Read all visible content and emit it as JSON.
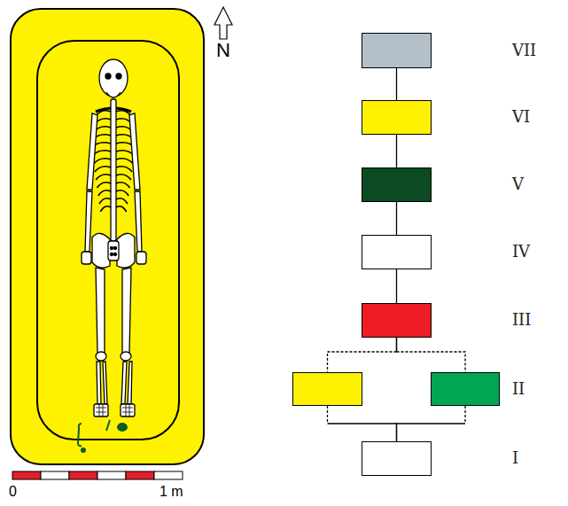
{
  "diagram": {
    "nodes": [
      {
        "text": [
          "VII"
        ]
      },
      {
        "text": [
          "VI"
        ]
      },
      {
        "text": [
          "V"
        ]
      },
      {
        "text": [
          "IV"
        ]
      },
      {
        "text": [
          "III"
        ]
      },
      {
        "text": []
      },
      {
        "text": [
          "II"
        ]
      },
      {
        "text": [
          "I"
        ]
      }
    ],
    "edges": [
      {
        "from": 0,
        "to": 1,
        "arrow": "none"
      },
      {
        "from": 1,
        "to": 2,
        "arrow": "none"
      },
      {
        "from": 2,
        "to": 3,
        "arrow": "none"
      },
      {
        "from": 3,
        "to": 4,
        "arrow": "none"
      },
      {
        "from": 4,
        "to": 5,
        "arrow": "none"
      },
      {
        "from": 4,
        "to": 6,
        "arrow": "none"
      },
      {
        "from": 5,
        "to": 7,
        "arrow": "none"
      },
      {
        "from": 6,
        "to": 7,
        "arrow": "none"
      }
    ],
    "labels": [
      "N",
      "0",
      "1 m"
    ]
  }
}
